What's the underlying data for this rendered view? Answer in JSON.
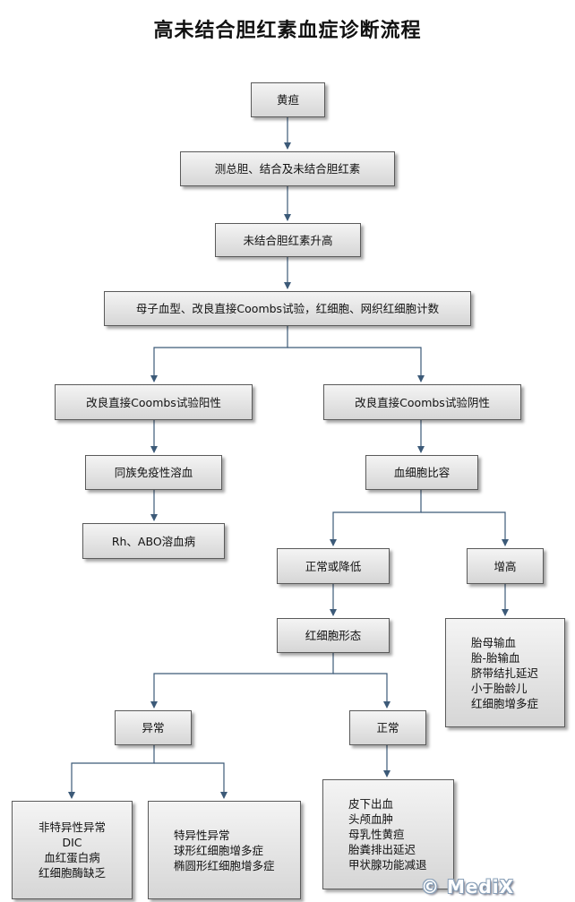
{
  "title": "高未结合胆红素血症诊断流程",
  "nodes": {
    "jaundice": "黄疸",
    "measure": "测总胆、结合及未结合胆红素",
    "unconj_high": "未结合胆红素升高",
    "tests": "母子血型、改良直接Coombs试验，红细胞、网织红细胞计数",
    "coombs_pos": "改良直接Coombs试验阳性",
    "coombs_neg": "改良直接Coombs试验阴性",
    "isoimmune": "同族免疫性溶血",
    "rh_abo": "Rh、ABO溶血病",
    "hematocrit": "血细胞比容",
    "normal_low": "正常或降低",
    "increased": "增高",
    "increased_causes": [
      "胎母输血",
      "胎-胎输血",
      "脐带结扎延迟",
      "小于胎龄儿",
      "红细胞增多症"
    ],
    "rbc_morph": "红细胞形态",
    "abnormal": "异常",
    "normal": "正常",
    "nonspecific": [
      "非特异性异常",
      "DIC",
      "血红蛋白病",
      "红细胞酶缺乏"
    ],
    "specific": [
      "特异性异常",
      "球形红细胞增多症",
      "椭圆形红细胞增多症"
    ],
    "normal_causes": [
      "皮下出血",
      "头颅血肿",
      "母乳性黄疸",
      "胎粪排出延迟",
      "甲状腺功能减退"
    ]
  },
  "watermark": "© MediX"
}
